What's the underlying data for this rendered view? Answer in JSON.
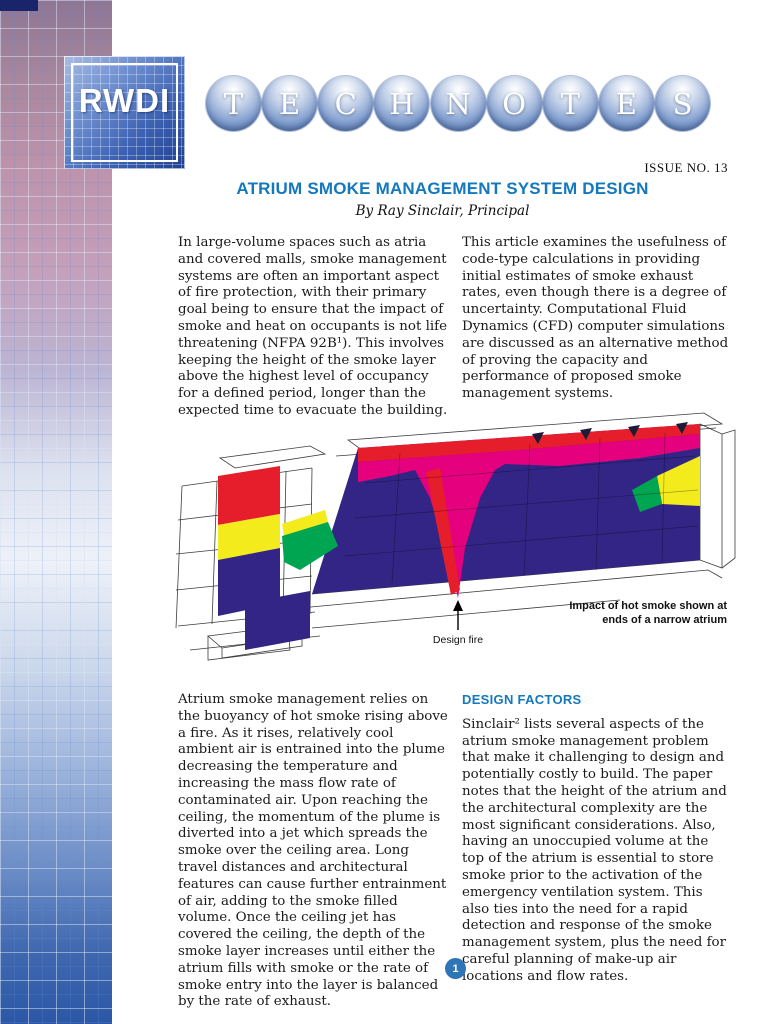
{
  "masthead": {
    "logo_text": "RWDI",
    "title_letters": [
      "T",
      "E",
      "C",
      "H",
      "N",
      "O",
      "T",
      "E",
      "S"
    ],
    "issue": "ISSUE NO. 13"
  },
  "article": {
    "title": "ATRIUM SMOKE MANAGEMENT SYSTEM DESIGN",
    "byline": "By Ray Sinclair, Principal",
    "intro_left": "In large-volume spaces such as atria and covered malls, smoke management systems are often an important aspect of fire protection, with their primary goal being to ensure that the impact of smoke and heat on occupants is not life threatening (NFPA 92B¹).  This involves keeping the height of the smoke layer above the highest level of occupancy for a defined period, longer than the expected time to evacuate the building.",
    "intro_right": "This article examines the usefulness of code-type calculations in providing initial estimates of smoke exhaust rates, even though there is a degree of uncertainty. Computational Fluid Dynamics (CFD) computer simulations are discussed as an alternative method of proving the capacity and performance of proposed smoke management systems.",
    "body_left": "Atrium smoke management relies on the buoyancy of hot smoke rising above a fire. As it rises, relatively cool ambient air is entrained into the plume decreasing the temperature and increasing the mass flow rate of contaminated air.  Upon reaching the ceiling, the momentum of the plume is diverted into a jet which spreads the smoke over the ceiling area.  Long travel distances and architectural features can cause further entrainment of air, adding to the smoke filled volume.  Once the ceiling jet has covered the ceiling, the depth of the smoke layer increases until either the atrium fills with smoke or the rate of smoke entry into the layer is balanced by the rate of exhaust.",
    "design_factors": {
      "heading": "DESIGN FACTORS",
      "body": "Sinclair² lists several aspects of the atrium smoke management problem that make it challenging to design and potentially costly to build.  The paper notes that the height of the atrium and the architectural complexity are the most significant considerations. Also, having an unoccupied volume at the top of the atrium is essential to store smoke prior to the activation of the emergency ventilation system.  This also ties into the need for a rapid detection and response of the smoke management system, plus the need for careful planning of make-up air locations and flow rates."
    }
  },
  "figure": {
    "caption": "Impact of hot smoke shown at ends of a narrow atrium",
    "fire_label": "Design fire"
  },
  "footer": {
    "page_number": "1"
  },
  "colors": {
    "accent_blue": "#1478BD",
    "smoke_indigo": "#322585",
    "smoke_red": "#E61D2B",
    "smoke_magenta": "#E5007E",
    "smoke_yellow": "#F3EB1C",
    "smoke_green": "#00A551",
    "page_badge_blue": "#2F74B5"
  }
}
